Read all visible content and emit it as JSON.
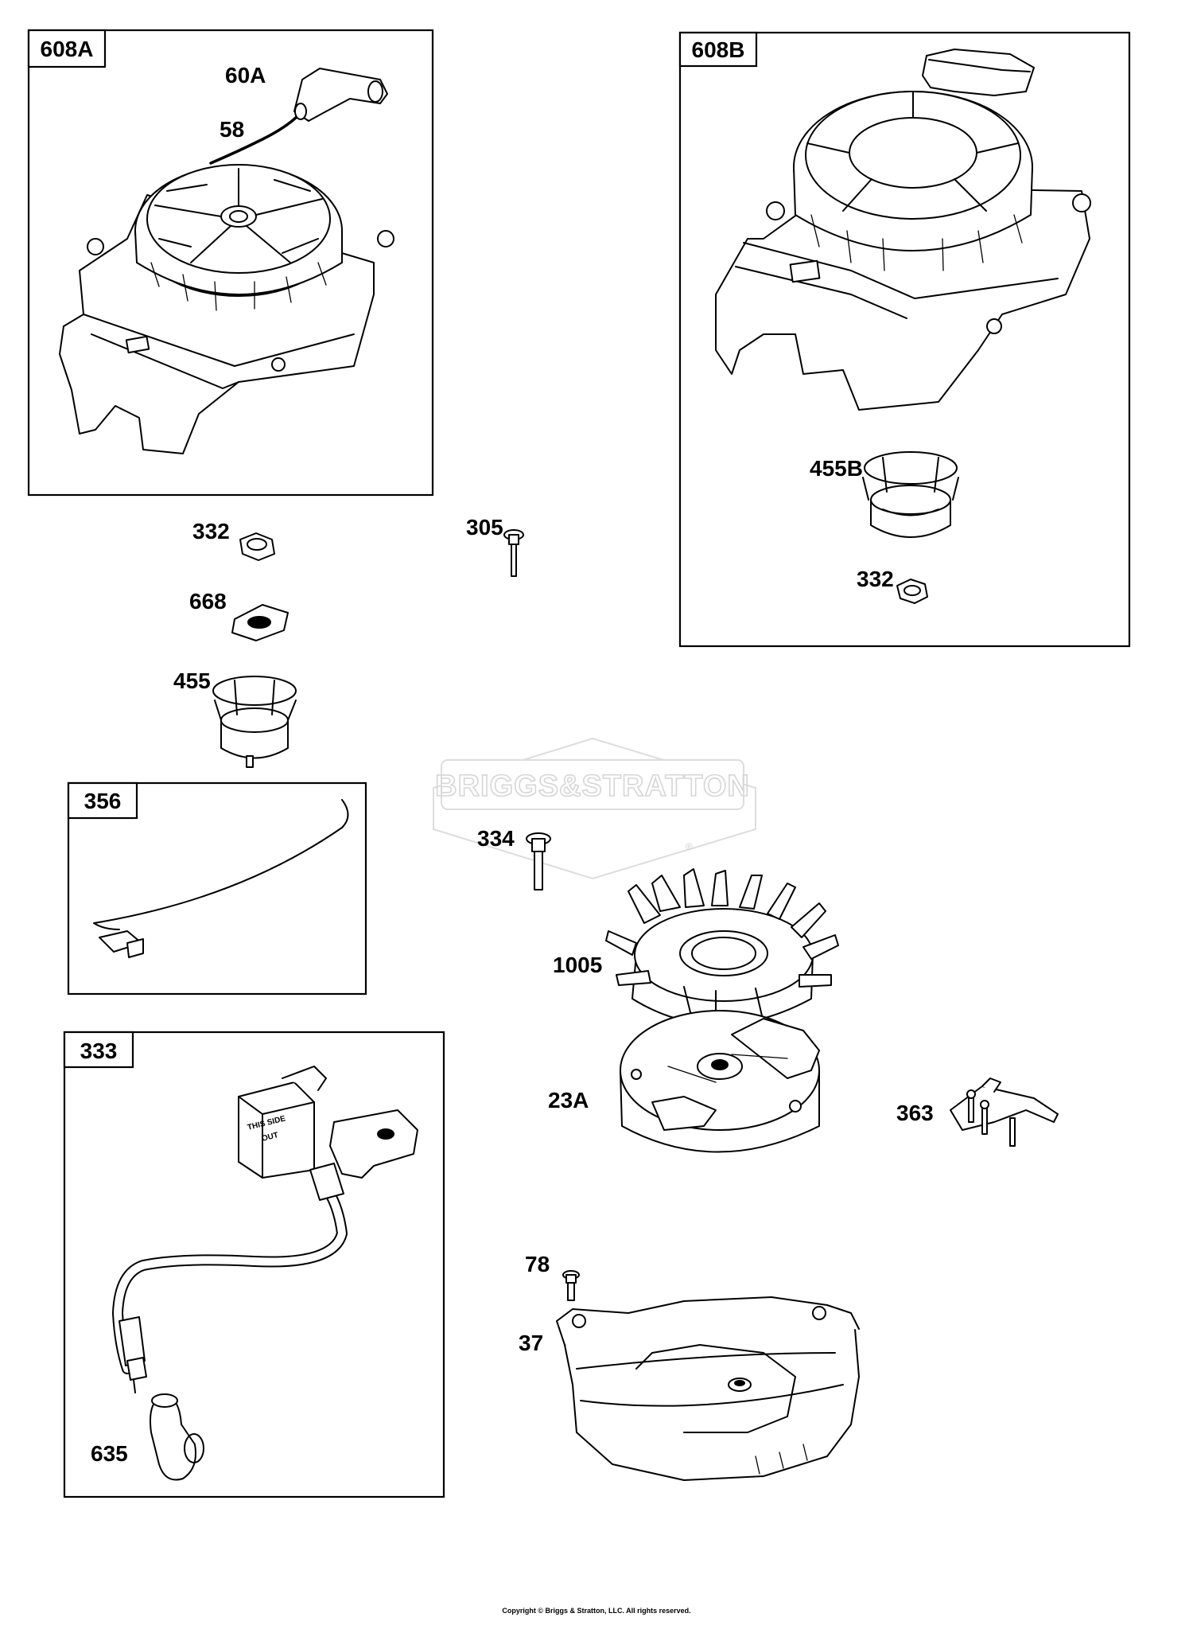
{
  "boxes": {
    "b608A": "608A",
    "b608B": "608B",
    "b356": "356",
    "b333": "333"
  },
  "callouts": {
    "c60A": "60A",
    "c58": "58",
    "c332a": "332",
    "c305": "305",
    "c668": "668",
    "c455": "455",
    "c455B": "455B",
    "c332b": "332",
    "c334": "334",
    "c1005": "1005",
    "c23A": "23A",
    "c363": "363",
    "c78": "78",
    "c37": "37",
    "c635": "635"
  },
  "part_markings": {
    "coil_side": "THIS SIDE",
    "coil_out": "OUT"
  },
  "watermark": {
    "brand": "BRIGGS&STRATTON",
    "registered": "®"
  },
  "copyright": "Copyright © Briggs & Stratton, LLC. All rights reserved."
}
